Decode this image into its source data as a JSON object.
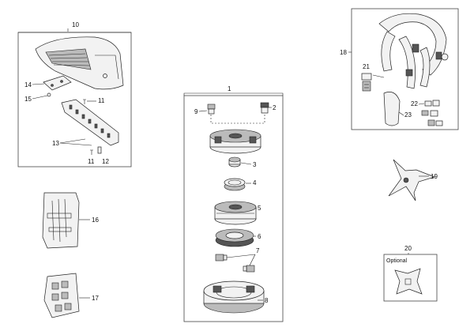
{
  "callouts": {
    "n1": "1",
    "n2": "2",
    "n3": "3",
    "n4": "4",
    "n5": "5",
    "n6": "6",
    "n7": "7",
    "n8": "8",
    "n9": "9",
    "n10": "10",
    "n11a": "11",
    "n11b": "11",
    "n12": "12",
    "n13": "13",
    "n14": "14",
    "n15": "15",
    "n16": "16",
    "n17": "17",
    "n18": "18",
    "n19": "19",
    "n20": "20",
    "n21": "21",
    "n22": "22",
    "n23": "23"
  },
  "optional_label": "Optional"
}
